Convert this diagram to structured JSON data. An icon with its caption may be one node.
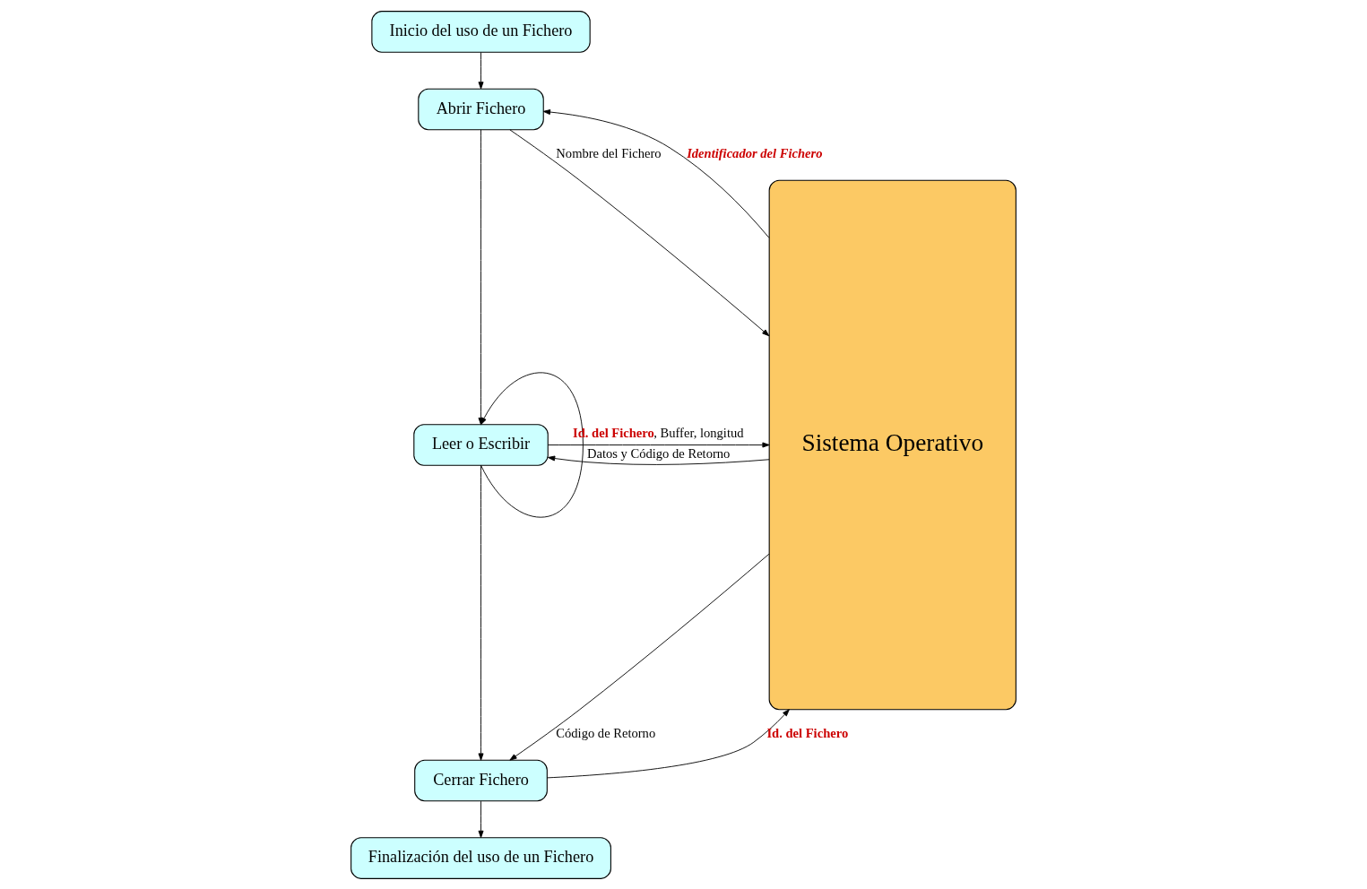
{
  "diagram": {
    "nodes": [
      {
        "text": [
          "Inicio del uso de un Fichero"
        ]
      },
      {
        "text": [
          "Abrir Fichero"
        ]
      },
      {
        "text": [
          "Leer o Escribir"
        ]
      },
      {
        "text": [
          "Cerrar Fichero"
        ]
      },
      {
        "text": [
          "Finalización del uso de un Fichero"
        ]
      },
      {
        "text": [
          "Sistema Operativo"
        ]
      }
    ],
    "edges": [
      {
        "from": 0,
        "to": 1,
        "arrow": "to"
      },
      {
        "from": 1,
        "to": 2,
        "arrow": "to"
      },
      {
        "from": 2,
        "to": 2,
        "arrow": "to"
      },
      {
        "from": 2,
        "to": 3,
        "arrow": "to"
      },
      {
        "from": 3,
        "to": 4,
        "arrow": "to"
      },
      {
        "from": 1,
        "to": 5,
        "arrow": "to",
        "label": "Nombre del Fichero"
      },
      {
        "from": 5,
        "to": 1,
        "arrow": "to",
        "label": "Identificador del Fichero"
      },
      {
        "from": 2,
        "to": 5,
        "arrow": "to",
        "label": "**Id. del Fichero**, Buffer, longitud"
      },
      {
        "from": 5,
        "to": 2,
        "arrow": "to",
        "label": "Datos y Código de Retorno"
      },
      {
        "from": 3,
        "to": 5,
        "arrow": "to",
        "label": "Id. del Fichero"
      },
      {
        "from": 5,
        "to": 3,
        "arrow": "to",
        "label": "Código de Retorno"
      }
    ]
  }
}
